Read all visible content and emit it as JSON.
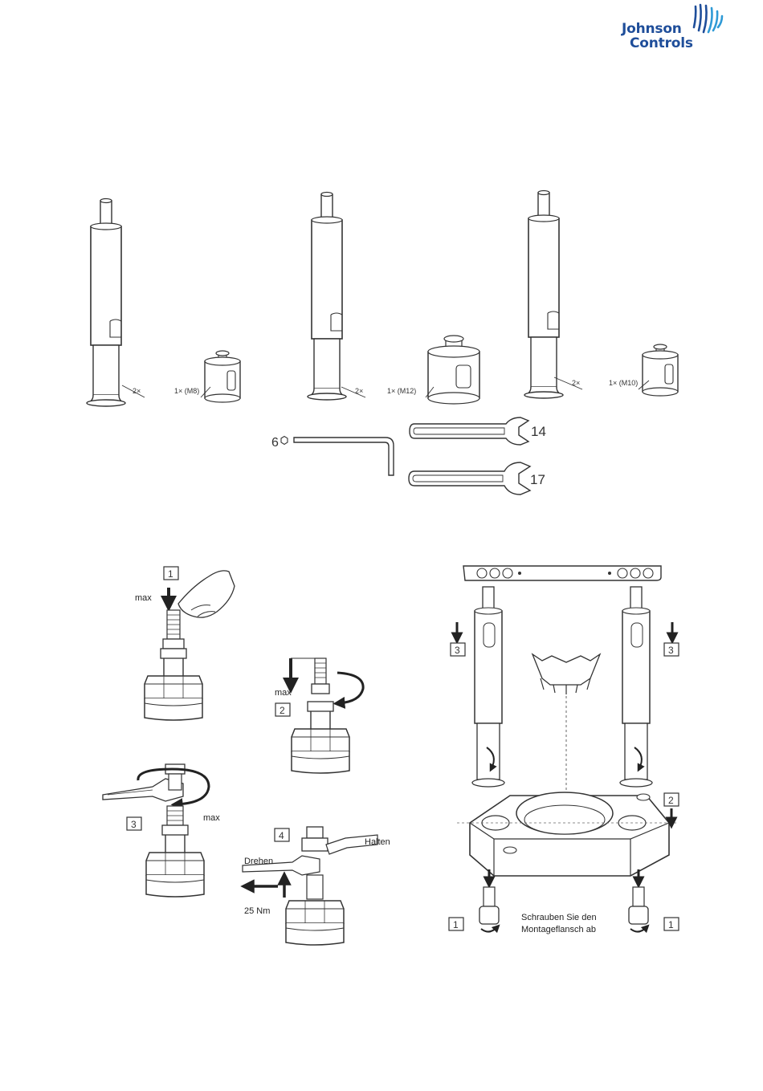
{
  "brand": {
    "line1": "Johnson",
    "line2": "Controls"
  },
  "kit": {
    "set_a": {
      "rod_qty": "2×",
      "adapter": "1× (M8)"
    },
    "set_b": {
      "rod_qty": "2×",
      "adapter": "1× (M12)"
    },
    "set_c": {
      "rod_qty": "2×",
      "adapter": "1× (M10)"
    },
    "hex_key": "6",
    "wrench_small": "14",
    "wrench_large": "17"
  },
  "steps_left": {
    "s1": "1",
    "s1_max": "max",
    "s2": "2",
    "s2_max": "max",
    "s3": "3",
    "s3_max": "max",
    "s4": "4",
    "turn": "Drehen",
    "hold": "Halten",
    "torque": "25 Nm"
  },
  "steps_right": {
    "s1a": "1",
    "s1b": "1",
    "s2": "2",
    "s3a": "3",
    "s3b": "3",
    "caption_line1": "Schrauben Sie den",
    "caption_line2": "Montageflansch ab"
  },
  "colors": {
    "brand_blue": "#1f4e9a",
    "line": "#333333"
  }
}
